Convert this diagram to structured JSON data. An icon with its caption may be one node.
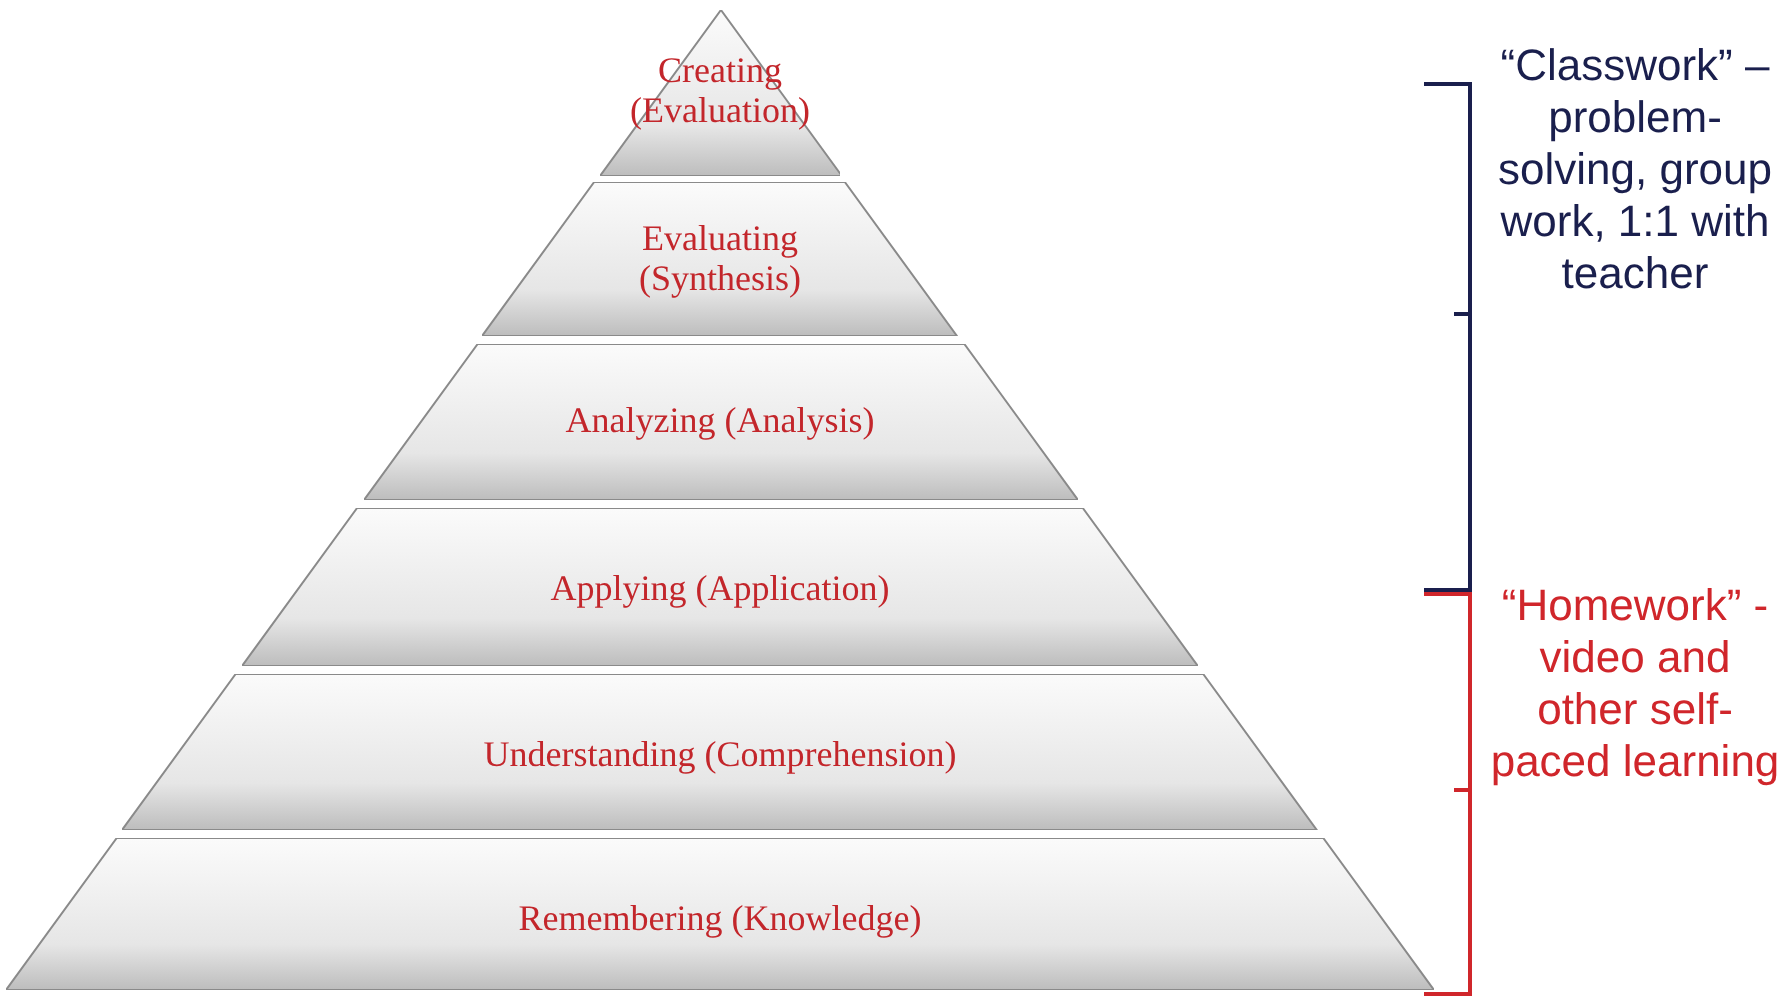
{
  "diagram": {
    "nodes": [
      {
        "text": [
          "Creating (Evaluation)"
        ]
      },
      {
        "text": [
          "Evaluating (Synthesis)"
        ]
      },
      {
        "text": [
          "Analyzing (Analysis)"
        ]
      },
      {
        "text": [
          "Applying (Application)"
        ]
      },
      {
        "text": [
          "Understanding (Comprehension)"
        ]
      },
      {
        "text": [
          "Remembering (Knowledge)"
        ]
      }
    ],
    "edges": [],
    "labels": [
      "“Classwork” – problem-solving, group work, 1:1 with teacher",
      "“Homework” - video and other self-paced learning"
    ]
  }
}
